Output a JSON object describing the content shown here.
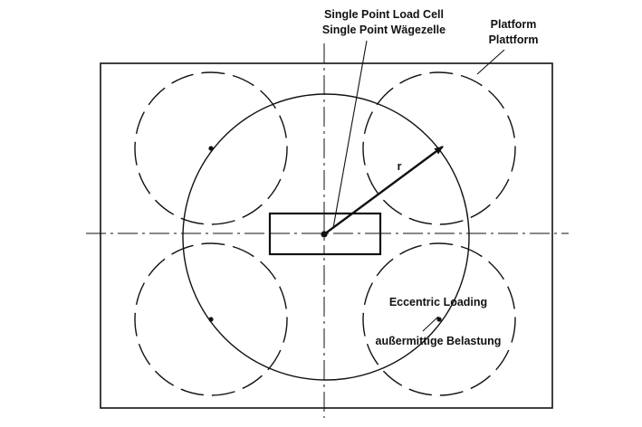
{
  "labels": {
    "load_cell_en": "Single Point Load Cell",
    "load_cell_de": "Single Point Wägezelle",
    "platform_en": "Platform",
    "platform_de": "Plattform",
    "radius": "r",
    "eccentric_en": "Eccentric Loading",
    "eccentric_de": "außermittige Belastung"
  },
  "colors": {
    "ink": "#111111",
    "background": "#ffffff"
  }
}
